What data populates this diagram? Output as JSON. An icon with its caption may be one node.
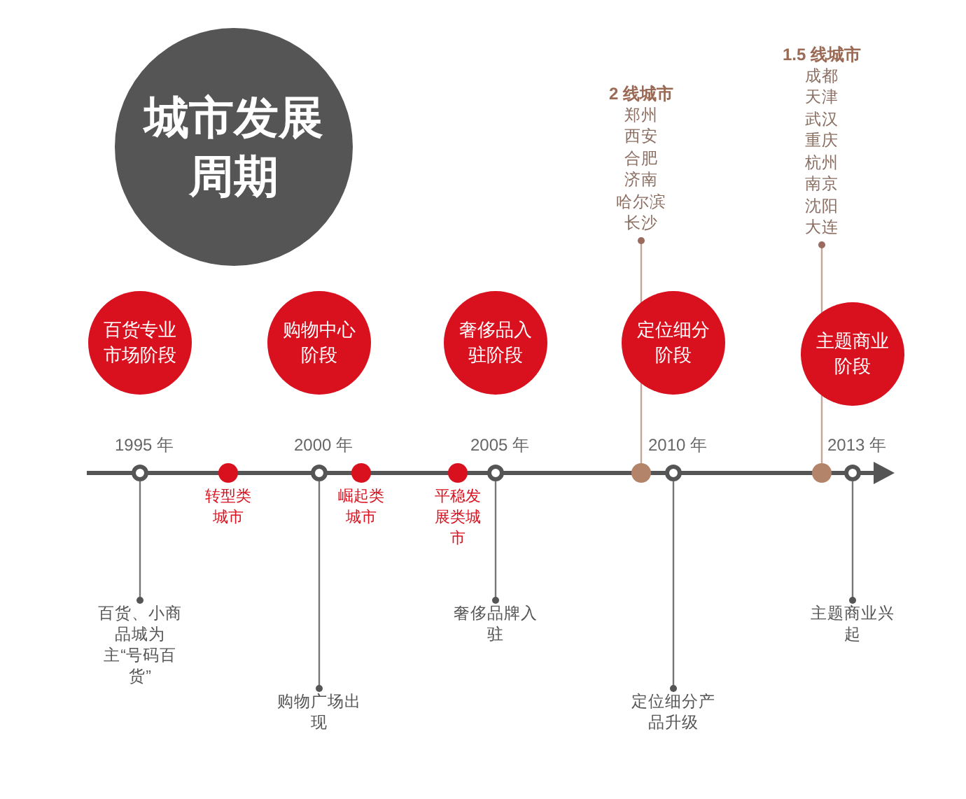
{
  "diagram": {
    "nodes": [
      {
        "text": [
          "城市发展周期"
        ]
      },
      {
        "text": [
          "百货专业市场阶段"
        ]
      },
      {
        "text": [
          "购物中心阶段"
        ]
      },
      {
        "text": [
          "奢侈品入驻阶段"
        ]
      },
      {
        "text": [
          "定位细分阶段"
        ]
      },
      {
        "text": [
          "主题商业阶段"
        ]
      },
      {
        "text": [],
        "shape": "circle",
        "beside": [
          "1995 年"
        ]
      },
      {
        "text": [],
        "shape": "circle",
        "beside": [
          "转型类城市"
        ]
      },
      {
        "text": [],
        "shape": "circle",
        "beside": [
          "2000 年"
        ]
      },
      {
        "text": [],
        "shape": "circle",
        "beside": [
          "崛起类城市"
        ]
      },
      {
        "text": [],
        "shape": "circle",
        "beside": [
          "平稳发展类城市"
        ]
      },
      {
        "text": [],
        "shape": "circle",
        "beside": [
          "2005 年"
        ]
      },
      {
        "text": [],
        "shape": "circle"
      },
      {
        "text": [],
        "shape": "circle",
        "beside": [
          "2010 年"
        ]
      },
      {
        "text": [],
        "shape": "circle"
      },
      {
        "text": [],
        "shape": "circle",
        "beside": [
          "2013 年"
        ]
      },
      {
        "text": [
          "百货、小商品城为主“号码百货”"
        ]
      },
      {
        "text": [
          "购物广场出现"
        ]
      },
      {
        "text": [
          "奢侈品牌入驻"
        ]
      },
      {
        "text": [
          "定位细分产品升级"
        ]
      },
      {
        "text": [
          "主题商业兴起"
        ]
      },
      {
        "text": [
          "2 线城市",
          "郑州",
          "西安",
          "合肥",
          "济南",
          "哈尔滨",
          "长沙"
        ]
      },
      {
        "text": [
          "1.5 线城市",
          "成都",
          "天津",
          "武汉",
          "重庆",
          "杭州",
          "南京",
          "沈阳",
          "大连"
        ]
      }
    ],
    "edges": [
      {
        "from": 6,
        "to": 16,
        "arrow": "other"
      },
      {
        "from": 8,
        "to": 17,
        "arrow": "other"
      },
      {
        "from": 11,
        "to": 18,
        "arrow": "other"
      },
      {
        "from": 13,
        "to": 19,
        "arrow": "other"
      },
      {
        "from": 15,
        "to": 20,
        "arrow": "other"
      },
      {
        "from": 12,
        "to": 21,
        "arrow": "other"
      },
      {
        "from": 14,
        "to": 22,
        "arrow": "other"
      }
    ]
  }
}
